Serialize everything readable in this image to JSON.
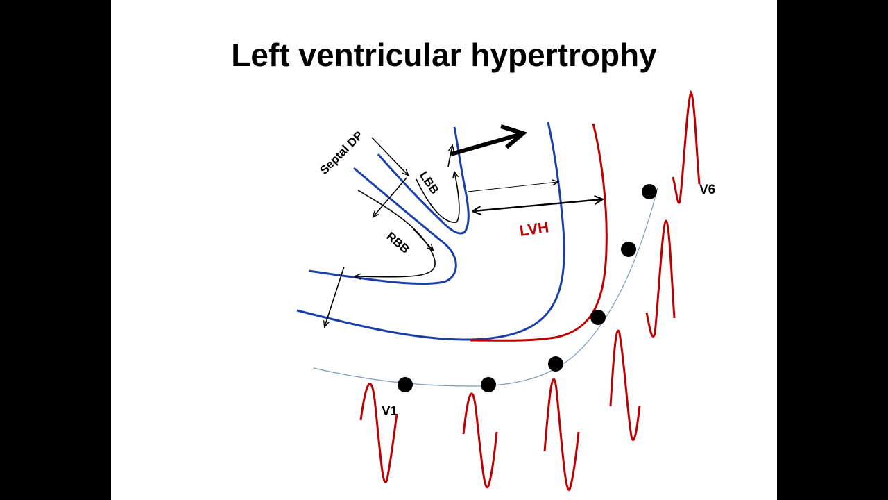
{
  "slide": {
    "title": "Left ventricular hypertrophy",
    "labels": {
      "septal": "Septal DP",
      "lbb": "LBB",
      "rbb": "RBB",
      "lvh": "LVH",
      "v1": "V1",
      "v6": "V6"
    },
    "colors": {
      "background_bars": "#000000",
      "slide": "#ffffff",
      "wall_blue": "#1a3fa8",
      "hypertrophy_red": "#c00000",
      "lead_line": "#7a9ab8",
      "ink": "#000000"
    }
  }
}
